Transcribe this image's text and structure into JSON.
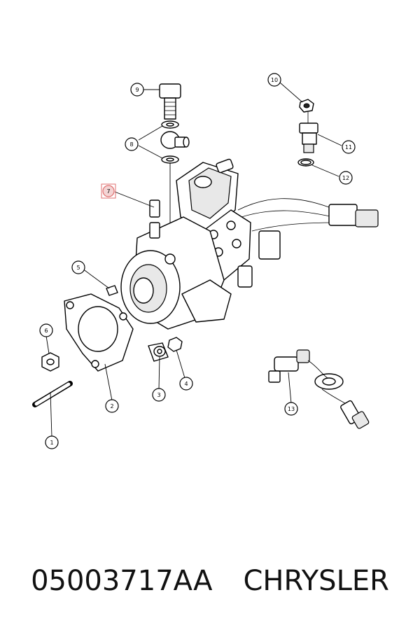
{
  "footer": {
    "part_number": "05003717AA",
    "brand": "CHRYSLER"
  },
  "callouts": [
    "1",
    "2",
    "3",
    "4",
    "5",
    "6",
    "7",
    "8",
    "9",
    "10",
    "11",
    "12",
    "13"
  ],
  "colors": {
    "highlight": "#e07070"
  }
}
